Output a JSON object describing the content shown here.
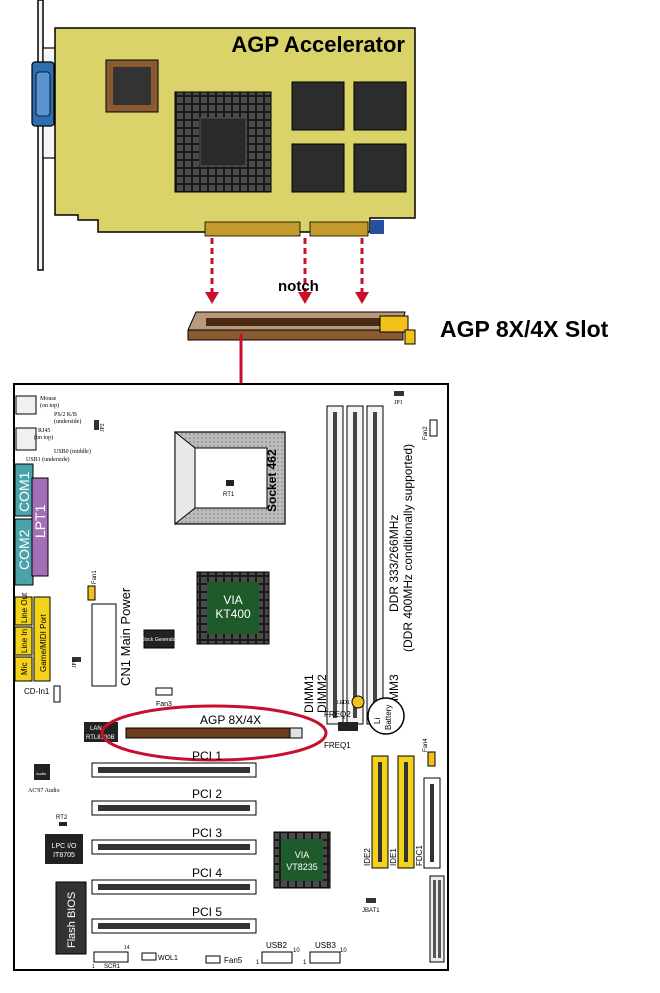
{
  "card": {
    "title": "AGP Accelerator"
  },
  "slot": {
    "notch_label": "notch",
    "slot_title": "AGP 8X/4X Slot"
  },
  "board": {
    "mouse": "Mouse",
    "mouse_sub": "(on top)",
    "ps2": "PS/2 K/B",
    "ps2_sub": "(underside)",
    "jp2": "JP2",
    "rj45": "RJ45",
    "rj45_sub": "(on top)",
    "usb0": "USB0 (middle)",
    "usb1": "USB1 (underside)",
    "com1": "COM1",
    "com2": "COM2",
    "lpt1": "LPT1",
    "line_out": "Line Out",
    "line_in": "Line In",
    "mic": "Mic",
    "game_port": "Game/MIDI Port",
    "jp3": "JP3",
    "cd_in": "CD-In1",
    "fan1": "Fan1",
    "cn1": "CN1 Main Power",
    "clock_gen": "Clock Generator",
    "fan3": "Fan3",
    "socket": "Socket 462",
    "rt1": "RT1",
    "via_north_1": "VIA",
    "via_north_2": "KT400",
    "jp1": "JP1",
    "fan2": "Fan2",
    "ddr_1": "DDR 333/266MHz",
    "ddr_2": "(DDR 400MHz conditionally supported)",
    "dimm1": "DIMM1",
    "dimm2": "DIMM2",
    "dimm3": "DIMM3",
    "led1": "LED1",
    "battery_1": "Li",
    "battery_2": "Battery",
    "agp": "AGP 8X/4X",
    "lan_1": "LAN",
    "lan_2": "RTL8100B",
    "freq2": "FREQ2",
    "freq1": "FREQ1",
    "fan4": "Fan4",
    "pci1": "PCI 1",
    "pci2": "PCI 2",
    "pci3": "PCI 3",
    "pci4": "PCI 4",
    "pci5": "PCI 5",
    "audio_chip": "Audio",
    "ac97": "AC'97 Audio",
    "rt2": "RT2",
    "lpc_1": "LPC I/O",
    "lpc_2": "IT8705",
    "via_south_1": "VIA",
    "via_south_2": "VT8235",
    "ide2": "IDE2",
    "ide1": "IDE1",
    "fdc1": "FDC1",
    "jbat1": "JBAT1",
    "flash_bios": "Flash BIOS",
    "scr1": "SCR1",
    "wol1": "WOL1",
    "fan5": "Fan5",
    "usb2": "USB2",
    "usb3": "USB3",
    "pin_1": "1",
    "pin_10": "10",
    "pin_14": "14"
  },
  "colors": {
    "card_pcb": "#d9d36a",
    "arrow_red": "#c8102e",
    "slot_brown": "#6b3d1c",
    "com_teal": "#4aa3a8",
    "lpt_purple": "#a370b8",
    "audio_yellow": "#f2d21a",
    "ide_yellow": "#f2d21a",
    "led_yellow": "#f2c21a"
  }
}
